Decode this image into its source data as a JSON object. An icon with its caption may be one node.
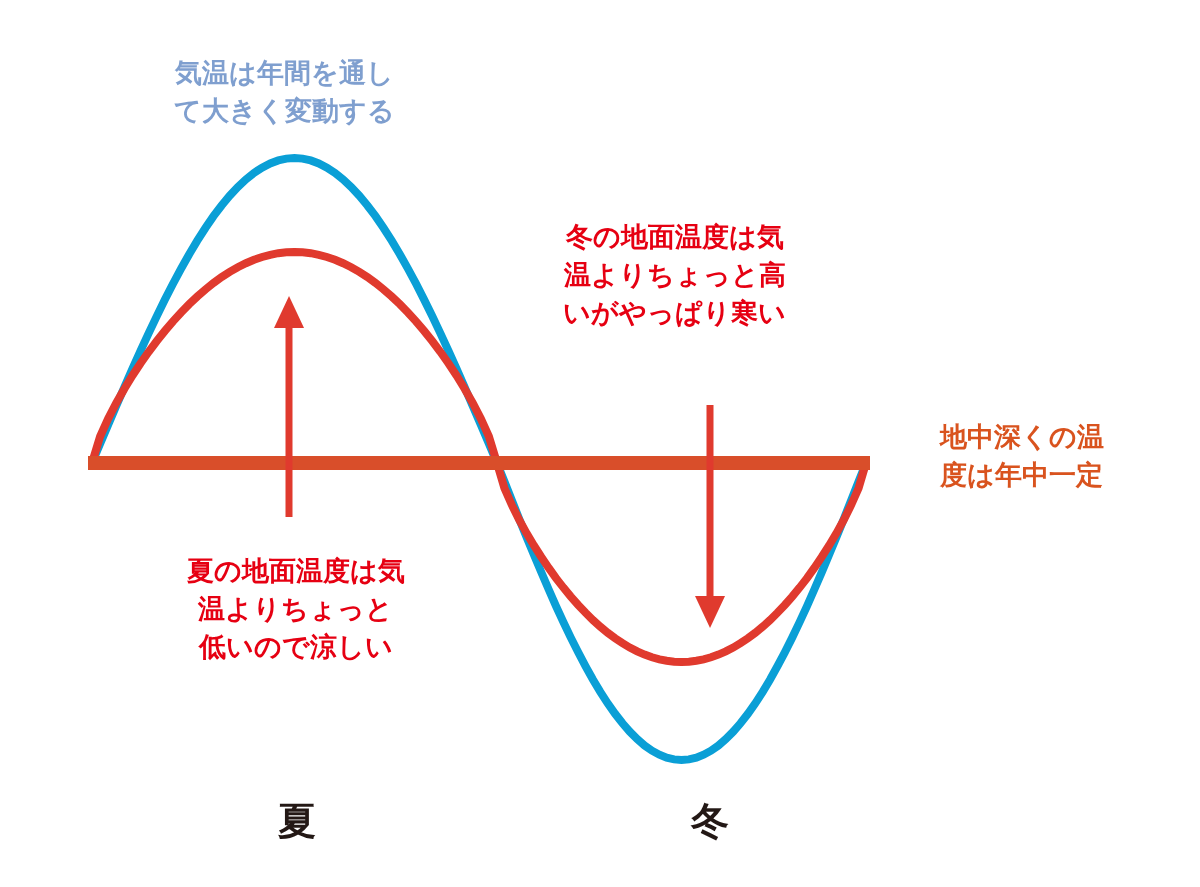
{
  "diagram": {
    "labels": [
      "気温は年間を通して大きく変動する",
      "冬の地面温度は気温よりちょっと高いがやっぱり寒い",
      "地中深くの温度は年中一定",
      "夏の地面温度は気温よりちょっと低いので涼しい",
      "夏",
      "冬"
    ]
  }
}
